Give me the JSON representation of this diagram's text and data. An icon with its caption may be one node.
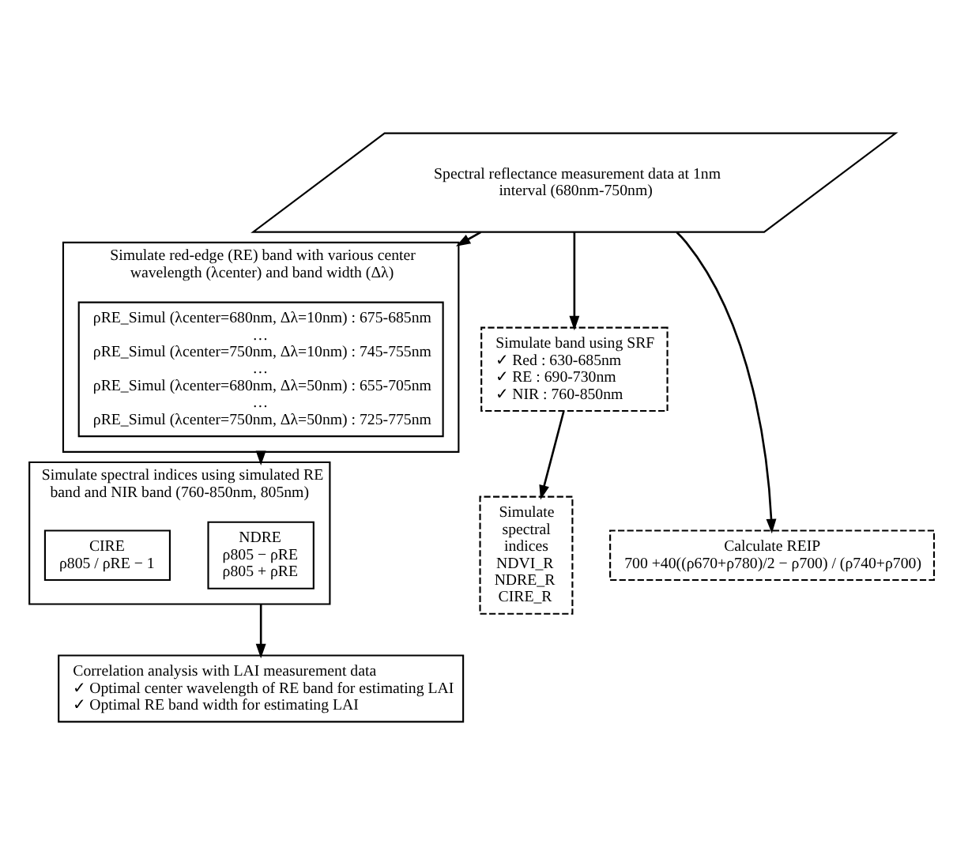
{
  "diagram": {
    "nodes": [
      {
        "text": [
          "Spectral reflectance measurement data at 1nm interval (680nm-750nm)"
        ]
      },
      {
        "text": [
          "Simulate red-edge (RE) band with various center wavelength (λcenter) and band width (Δλ)"
        ]
      },
      {
        "text": [
          "ρRE_Simul (λcenter=680nm, Δλ=10nm) : 675-685nm",
          "…",
          "ρRE_Simul (λcenter=750nm, Δλ=10nm) : 745-755nm",
          "…",
          "ρRE_Simul (λcenter=680nm, Δλ=50nm) : 655-705nm",
          "…",
          "ρRE_Simul (λcenter=750nm, Δλ=50nm) : 725-775nm"
        ],
        "in": 1
      },
      {
        "text": [
          "Simulate spectral indices using simulated RE band and NIR band (760-850nm, 805nm)"
        ]
      },
      {
        "text": [
          "NDRE",
          "ρ805 − ρRE",
          "ρ805 + ρRE"
        ],
        "in": 3
      },
      {
        "text": [
          "CIRE",
          "ρ805 / ρRE − 1"
        ],
        "in": 3
      },
      {
        "text": [
          "Correlation analysis with LAI measurement data",
          "✓ Optimal center wavelength of RE band for estimating LAI",
          "✓ Optimal RE band width for estimating LAI"
        ]
      },
      {
        "text": [
          "Simulate band using SRF",
          "✓ Red : 630-685nm",
          "✓ RE : 690-730nm",
          "✓ NIR : 760-850nm"
        ]
      },
      {
        "text": [
          "Simulate spectral indices",
          "NDVI_R",
          "NDRE_R",
          "CIRE_R"
        ]
      },
      {
        "text": [
          "Calculate REIP",
          "700 +40((ρ670+ρ780)/2 − ρ700) / (ρ740+ρ700)"
        ]
      }
    ],
    "edges": [
      {
        "from": 0,
        "to": 1,
        "arrow": "to"
      },
      {
        "from": 1,
        "to": 3,
        "arrow": "to"
      },
      {
        "from": 3,
        "to": 6,
        "arrow": "to"
      },
      {
        "from": 0,
        "to": 7,
        "arrow": "to"
      },
      {
        "from": 7,
        "to": 8,
        "arrow": "to"
      },
      {
        "from": 0,
        "to": 9,
        "arrow": "to"
      }
    ]
  }
}
